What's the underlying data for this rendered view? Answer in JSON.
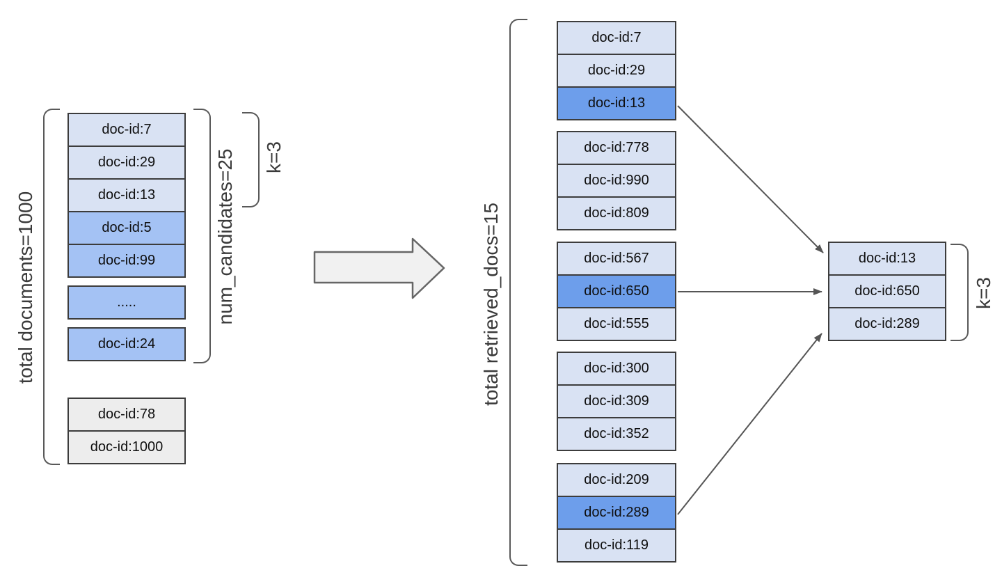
{
  "left_panel": {
    "total_label": "total documents=1000",
    "num_candidates_label": "num_candidates=25",
    "k_label": "k=3",
    "candidates": [
      "doc-id:7",
      "doc-id:29",
      "doc-id:13",
      "doc-id:5",
      "doc-id:99",
      ".....",
      "doc-id:24"
    ],
    "non_candidates": [
      "doc-id:78",
      "doc-id:1000"
    ]
  },
  "right_panel": {
    "total_label": "total retrieved_docs=15",
    "groups": [
      [
        "doc-id:7",
        "doc-id:29",
        "doc-id:13"
      ],
      [
        "doc-id:778",
        "doc-id:990",
        "doc-id:809"
      ],
      [
        "doc-id:567",
        "doc-id:650",
        "doc-id:555"
      ],
      [
        "doc-id:300",
        "doc-id:309",
        "doc-id:352"
      ],
      [
        "doc-id:209",
        "doc-id:289",
        "doc-id:119"
      ]
    ],
    "highlighted_ids": [
      "doc-id:13",
      "doc-id:650",
      "doc-id:289"
    ]
  },
  "result_panel": {
    "k_label": "k=3",
    "results": [
      "doc-id:13",
      "doc-id:650",
      "doc-id:289"
    ]
  },
  "colors": {
    "light_box": "#d9e2f3",
    "medium_box": "#a4c2f4",
    "highlight_box": "#6d9eeb",
    "gray_box": "#ededed",
    "border": "#3c3c3c",
    "bracket": "#595959",
    "arrow": "#555555",
    "big_arrow_fill": "#f1f1f1",
    "big_arrow_border": "#666666"
  }
}
